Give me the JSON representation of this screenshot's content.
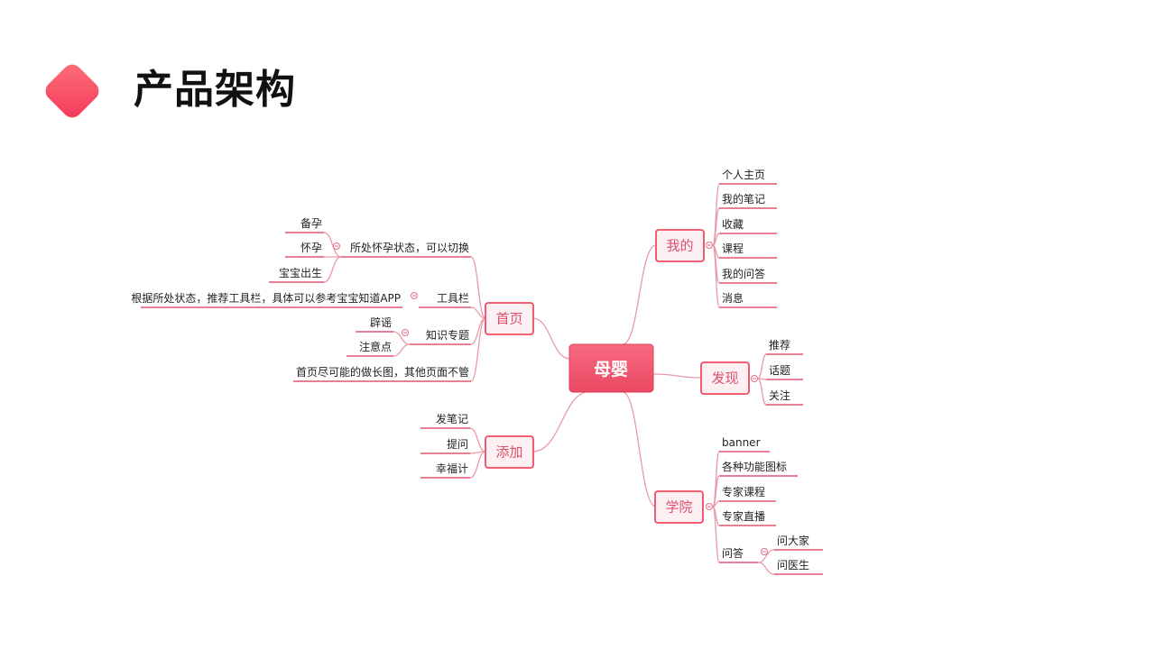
{
  "title": "产品架构",
  "colors": {
    "accent": "#ef4b63",
    "accent_light": "#ff6f7a",
    "branch_fill": "#fdf0f3",
    "connector": "#e89aa8"
  },
  "mindmap": {
    "root": "母婴",
    "branches": {
      "home": {
        "label": "首页",
        "children": [
          {
            "label": "所处怀孕状态，可以切换",
            "children": [
              "备孕",
              "怀孕",
              "宝宝出生"
            ]
          },
          {
            "label": "工具栏",
            "children": [
              "根据所处状态，推荐工具栏，具体可以参考宝宝知道APP"
            ]
          },
          {
            "label": "知识专题",
            "children": [
              "辟谣",
              "注意点"
            ]
          },
          {
            "label": "首页尽可能的做长图，其他页面不管",
            "children": []
          }
        ]
      },
      "add": {
        "label": "添加",
        "children": [
          {
            "label": "发笔记"
          },
          {
            "label": "提问"
          },
          {
            "label": "幸福计"
          }
        ]
      },
      "mine": {
        "label": "我的",
        "children": [
          {
            "label": "个人主页"
          },
          {
            "label": "我的笔记"
          },
          {
            "label": "收藏"
          },
          {
            "label": "课程"
          },
          {
            "label": "我的问答"
          },
          {
            "label": "消息"
          }
        ]
      },
      "discover": {
        "label": "发现",
        "children": [
          {
            "label": "推荐"
          },
          {
            "label": "话题"
          },
          {
            "label": "关注"
          }
        ]
      },
      "academy": {
        "label": "学院",
        "children": [
          {
            "label": "banner",
            "children": []
          },
          {
            "label": "各种功能图标",
            "children": []
          },
          {
            "label": "专家课程",
            "children": []
          },
          {
            "label": "专家直播",
            "children": []
          },
          {
            "label": "问答",
            "children": [
              "问大家",
              "问医生"
            ]
          }
        ]
      }
    }
  }
}
